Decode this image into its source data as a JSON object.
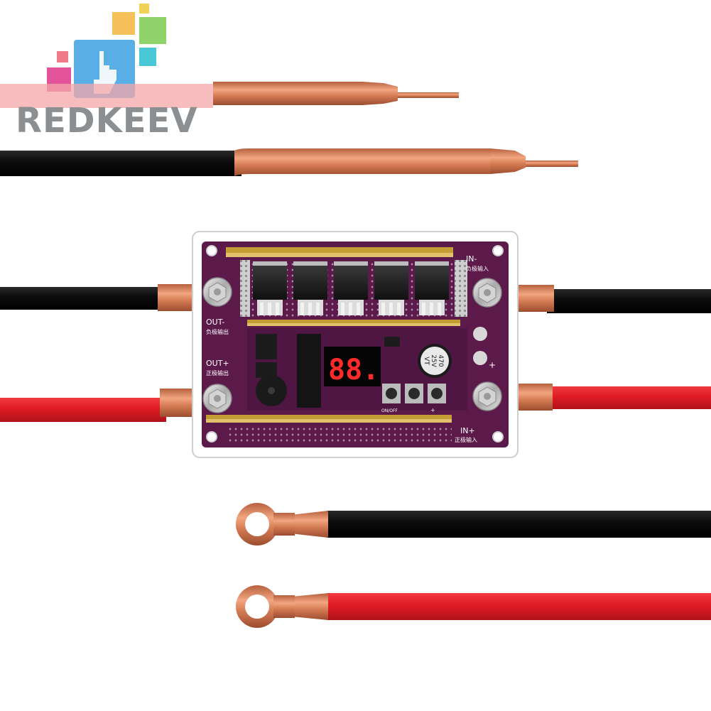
{
  "brand": {
    "name": "REDKEEV"
  },
  "board": {
    "label_out_minus": "OUT-",
    "label_out_minus_cn": "负极输出",
    "label_out_plus": "OUT+",
    "label_out_plus_cn": "正极输出",
    "label_in_minus": "IN-",
    "label_in_minus_cn": "负极输入",
    "label_in_plus": "IN+",
    "label_in_plus_cn": "正极输入",
    "display_value": "88.",
    "capacitor_value": "470",
    "capacitor_voltage": "25V",
    "capacitor_series": "VT",
    "switch_label": "ON/OFF",
    "plus_mark": "+"
  },
  "colors": {
    "copper": "#d9825a",
    "cable_black": "#111111",
    "cable_red": "#e01b24",
    "pcb": "#5b1a4a",
    "display_digits": "#ff2a2a"
  }
}
